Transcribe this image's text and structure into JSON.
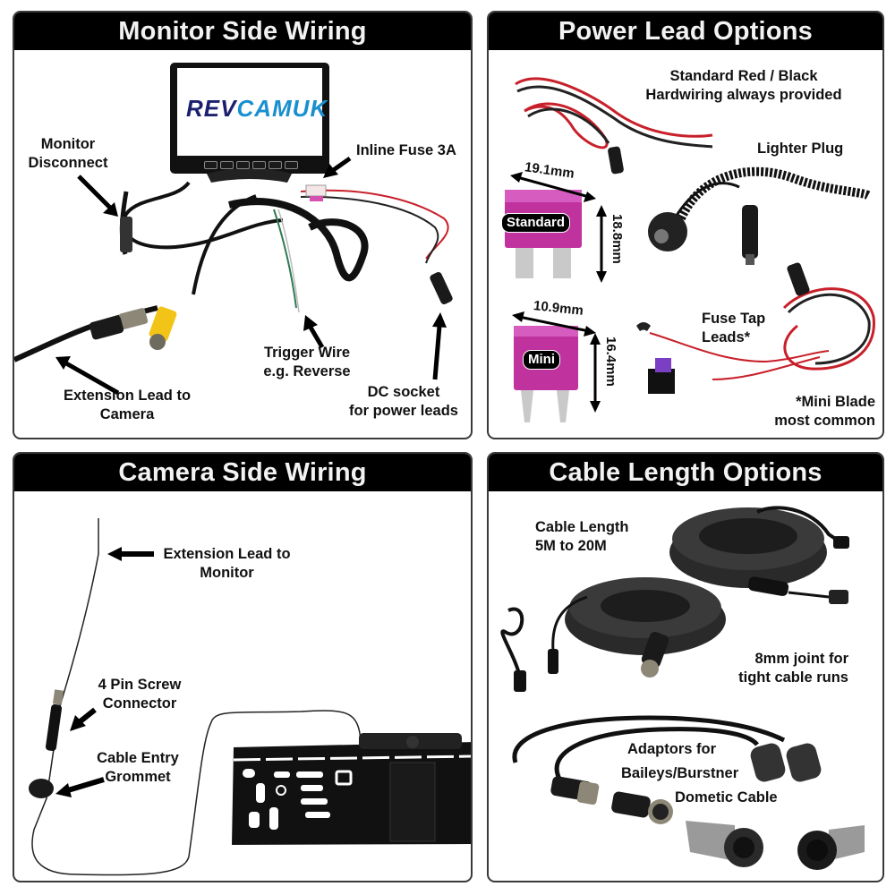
{
  "panels": {
    "monitor_side": {
      "title": "Monitor Side Wiring",
      "brand_logo": {
        "part1": "REV",
        "part2": "CAMUK",
        "color1": "#1b1f6e",
        "color2": "#1a8fd0"
      },
      "labels": {
        "monitor_disconnect": [
          "Monitor",
          "Disconnect"
        ],
        "inline_fuse": "Inline Fuse 3A",
        "trigger_wire": [
          "Trigger Wire",
          "e.g. Reverse"
        ],
        "extension_lead": [
          "Extension Lead to",
          "Camera"
        ],
        "dc_socket": [
          "DC socket",
          "for power leads"
        ]
      }
    },
    "power_lead": {
      "title": "Power Lead Options",
      "labels": {
        "standard_hardwiring": [
          "Standard Red / Black",
          "Hardwiring always provided"
        ],
        "lighter_plug": "Lighter Plug",
        "fuse_tap": [
          "Fuse Tap",
          "Leads*"
        ],
        "mini_blade_note": [
          "*Mini Blade",
          "most common"
        ]
      },
      "fuses": {
        "standard": {
          "name": "Standard",
          "width": "19.1mm",
          "height": "18.8mm"
        },
        "mini": {
          "name": "Mini",
          "width": "10.9mm",
          "height": "16.4mm"
        }
      }
    },
    "camera_side": {
      "title": "Camera Side Wiring",
      "labels": {
        "extension_lead": [
          "Extension Lead to",
          "Monitor"
        ],
        "pin_connector": [
          "4 Pin Screw",
          "Connector"
        ],
        "grommet": [
          "Cable Entry",
          "Grommet"
        ]
      }
    },
    "cable_length": {
      "title": "Cable Length Options",
      "labels": {
        "cable_length": [
          "Cable Length",
          "5M to 20M"
        ],
        "joint": [
          "8mm joint for",
          "tight cable runs"
        ],
        "adaptors": [
          "Adaptors for",
          "Baileys/Burstner",
          "Dometic Cable"
        ]
      }
    }
  },
  "colors": {
    "header_bg": "#000000",
    "header_text": "#f2f2f2",
    "border": "#3a3a3a",
    "fuse_pink": "#c0329e",
    "wire_red": "#c8202a",
    "wire_green": "#2f7a55",
    "connector_yellow": "#f2c418"
  }
}
